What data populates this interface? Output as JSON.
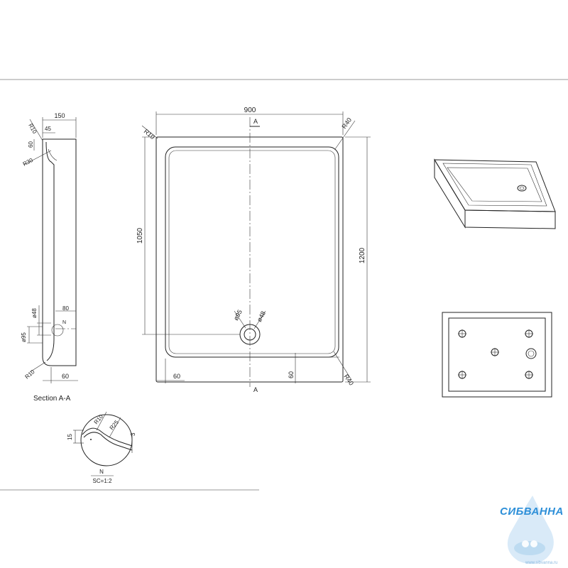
{
  "dimensions": {
    "overall_width": "900",
    "overall_length": "1200",
    "inner_length": "1050",
    "rim_left": "60",
    "rim_bottom": "60",
    "radius_corner_small": "R10",
    "radius_corner_large": "R40",
    "radius_corner_large_bottom": "R40",
    "drain_outer": "ø95",
    "drain_inner": "ø48"
  },
  "section_marks": {
    "top": "A",
    "bottom": "A"
  },
  "section": {
    "label": "Section A-A",
    "depth": "150",
    "wall": "45",
    "radius_top": "R10",
    "lip": "60",
    "radius_inner": "R30",
    "drain_inner": "ø48",
    "drain_offset": "80",
    "drain_outer": "ø95",
    "detail_mark": "N",
    "radius_bottom": "R10",
    "base": "60"
  },
  "detail": {
    "radius_a": "R10",
    "radius_b": "R25",
    "height": "15",
    "step": "3",
    "name": "N",
    "scale": "SC=1:2"
  },
  "logo": {
    "text": "СИБВАННА",
    "url": "www.sibvanna.ru"
  },
  "colors": {
    "line": "#222222",
    "logo": "#2d8fd8"
  }
}
